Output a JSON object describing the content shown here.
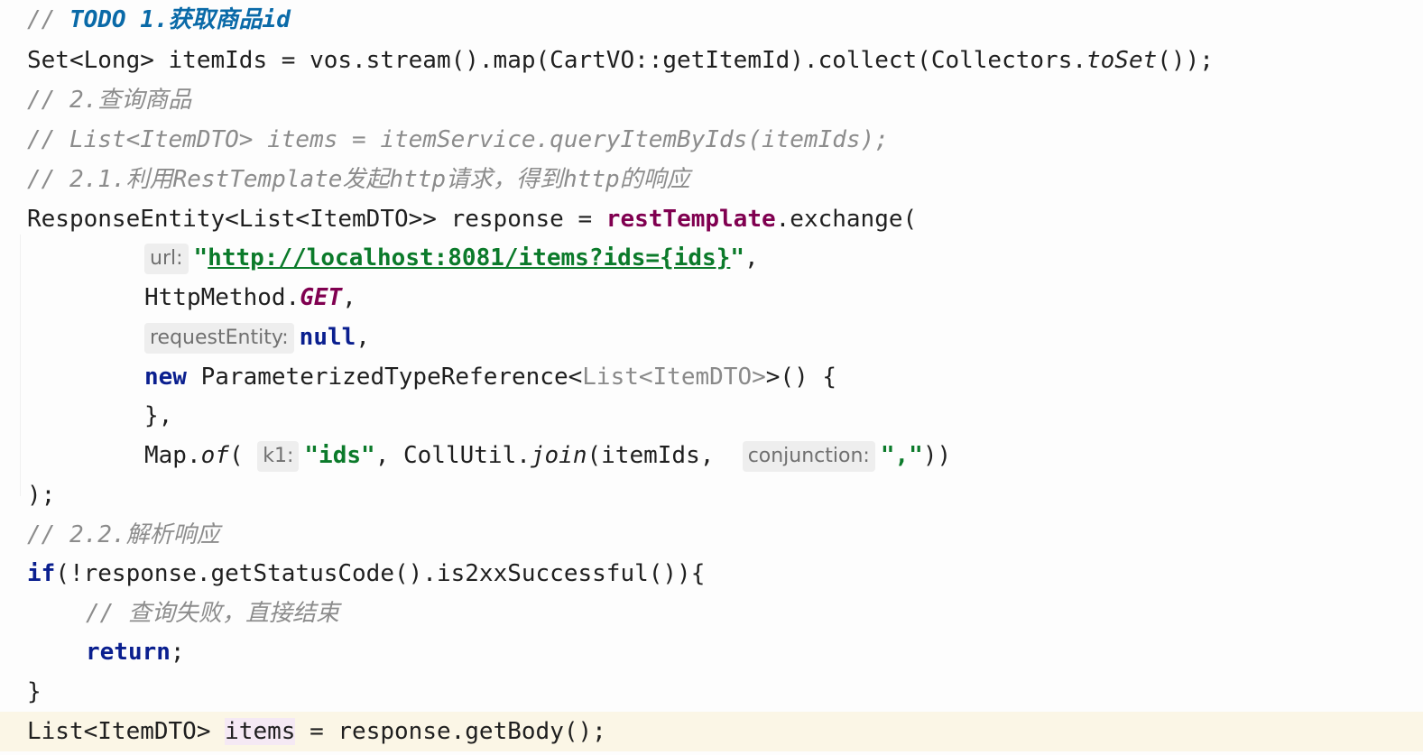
{
  "editor": {
    "language": "java",
    "lines": [
      {
        "indent": 0,
        "tokens": [
          {
            "text": "// ",
            "kind": "cmt"
          },
          {
            "text": "TODO 1.获取商品id",
            "kind": "todo"
          }
        ]
      },
      {
        "indent": 0,
        "tokens": [
          {
            "text": "Set<Long> itemIds = vos.stream().map(CartVO::getItemId).collect(Collectors.",
            "kind": "plain"
          },
          {
            "text": "toSet",
            "kind": "static"
          },
          {
            "text": "());",
            "kind": "plain"
          }
        ]
      },
      {
        "indent": 0,
        "tokens": [
          {
            "text": "// 2.查询商品",
            "kind": "cmt"
          }
        ]
      },
      {
        "indent": 0,
        "tokens": [
          {
            "text": "// List<ItemDTO> items = itemService.queryItemByIds(itemIds);",
            "kind": "cmt"
          }
        ]
      },
      {
        "indent": 0,
        "tokens": [
          {
            "text": "// 2.1.利用RestTemplate发起http请求，得到http的响应",
            "kind": "cmt"
          }
        ]
      },
      {
        "indent": 0,
        "tokens": [
          {
            "text": "ResponseEntity<List<ItemDTO>> response = ",
            "kind": "plain"
          },
          {
            "text": "restTemplate",
            "kind": "field"
          },
          {
            "text": ".exchange(",
            "kind": "plain"
          }
        ]
      },
      {
        "indent": 2,
        "tokens": [
          {
            "text": "url:",
            "kind": "hint"
          },
          {
            "text": "\"",
            "kind": "str"
          },
          {
            "text": "http://localhost:8081/items?ids={ids}",
            "kind": "str-url"
          },
          {
            "text": "\"",
            "kind": "str"
          },
          {
            "text": ",",
            "kind": "plain"
          }
        ]
      },
      {
        "indent": 2,
        "tokens": [
          {
            "text": "HttpMethod.",
            "kind": "plain"
          },
          {
            "text": "GET",
            "kind": "const"
          },
          {
            "text": ",",
            "kind": "plain"
          }
        ]
      },
      {
        "indent": 2,
        "tokens": [
          {
            "text": "requestEntity:",
            "kind": "hint"
          },
          {
            "text": "null",
            "kind": "kw"
          },
          {
            "text": ",",
            "kind": "plain"
          }
        ]
      },
      {
        "indent": 2,
        "tokens": [
          {
            "text": "new",
            "kind": "kw"
          },
          {
            "text": " ParameterizedTypeReference<",
            "kind": "plain"
          },
          {
            "text": "List<ItemDTO>",
            "kind": "dim"
          },
          {
            "text": ">() {",
            "kind": "plain"
          }
        ]
      },
      {
        "indent": 2,
        "tokens": [
          {
            "text": "},",
            "kind": "plain"
          }
        ]
      },
      {
        "indent": 2,
        "tokens": [
          {
            "text": "Map.",
            "kind": "plain"
          },
          {
            "text": "of",
            "kind": "static"
          },
          {
            "text": "( ",
            "kind": "plain"
          },
          {
            "text": "k1:",
            "kind": "hint"
          },
          {
            "text": "\"ids\"",
            "kind": "str"
          },
          {
            "text": ", CollUtil.",
            "kind": "plain"
          },
          {
            "text": "join",
            "kind": "static"
          },
          {
            "text": "(itemIds,  ",
            "kind": "plain"
          },
          {
            "text": "conjunction:",
            "kind": "hint"
          },
          {
            "text": "\",\"",
            "kind": "str"
          },
          {
            "text": "))",
            "kind": "plain"
          }
        ]
      },
      {
        "indent": 0,
        "tokens": [
          {
            "text": ");",
            "kind": "plain"
          }
        ]
      },
      {
        "indent": 0,
        "tokens": [
          {
            "text": "// 2.2.解析响应",
            "kind": "cmt"
          }
        ]
      },
      {
        "indent": 0,
        "tokens": [
          {
            "text": "if",
            "kind": "kw"
          },
          {
            "text": "(!response.getStatusCode().is2xxSuccessful()){",
            "kind": "plain"
          }
        ]
      },
      {
        "indent": 1,
        "tokens": [
          {
            "text": "// 查询失败，直接结束",
            "kind": "cmt"
          }
        ]
      },
      {
        "indent": 1,
        "tokens": [
          {
            "text": "return",
            "kind": "kw"
          },
          {
            "text": ";",
            "kind": "plain"
          }
        ]
      },
      {
        "indent": 0,
        "tokens": [
          {
            "text": "}",
            "kind": "plain"
          }
        ]
      },
      {
        "indent": 0,
        "current": true,
        "tokens": [
          {
            "text": "List<ItemDTO> ",
            "kind": "plain"
          },
          {
            "text": "items",
            "kind": "hl-var"
          },
          {
            "text": " = response.getBody();",
            "kind": "plain"
          }
        ]
      }
    ]
  }
}
